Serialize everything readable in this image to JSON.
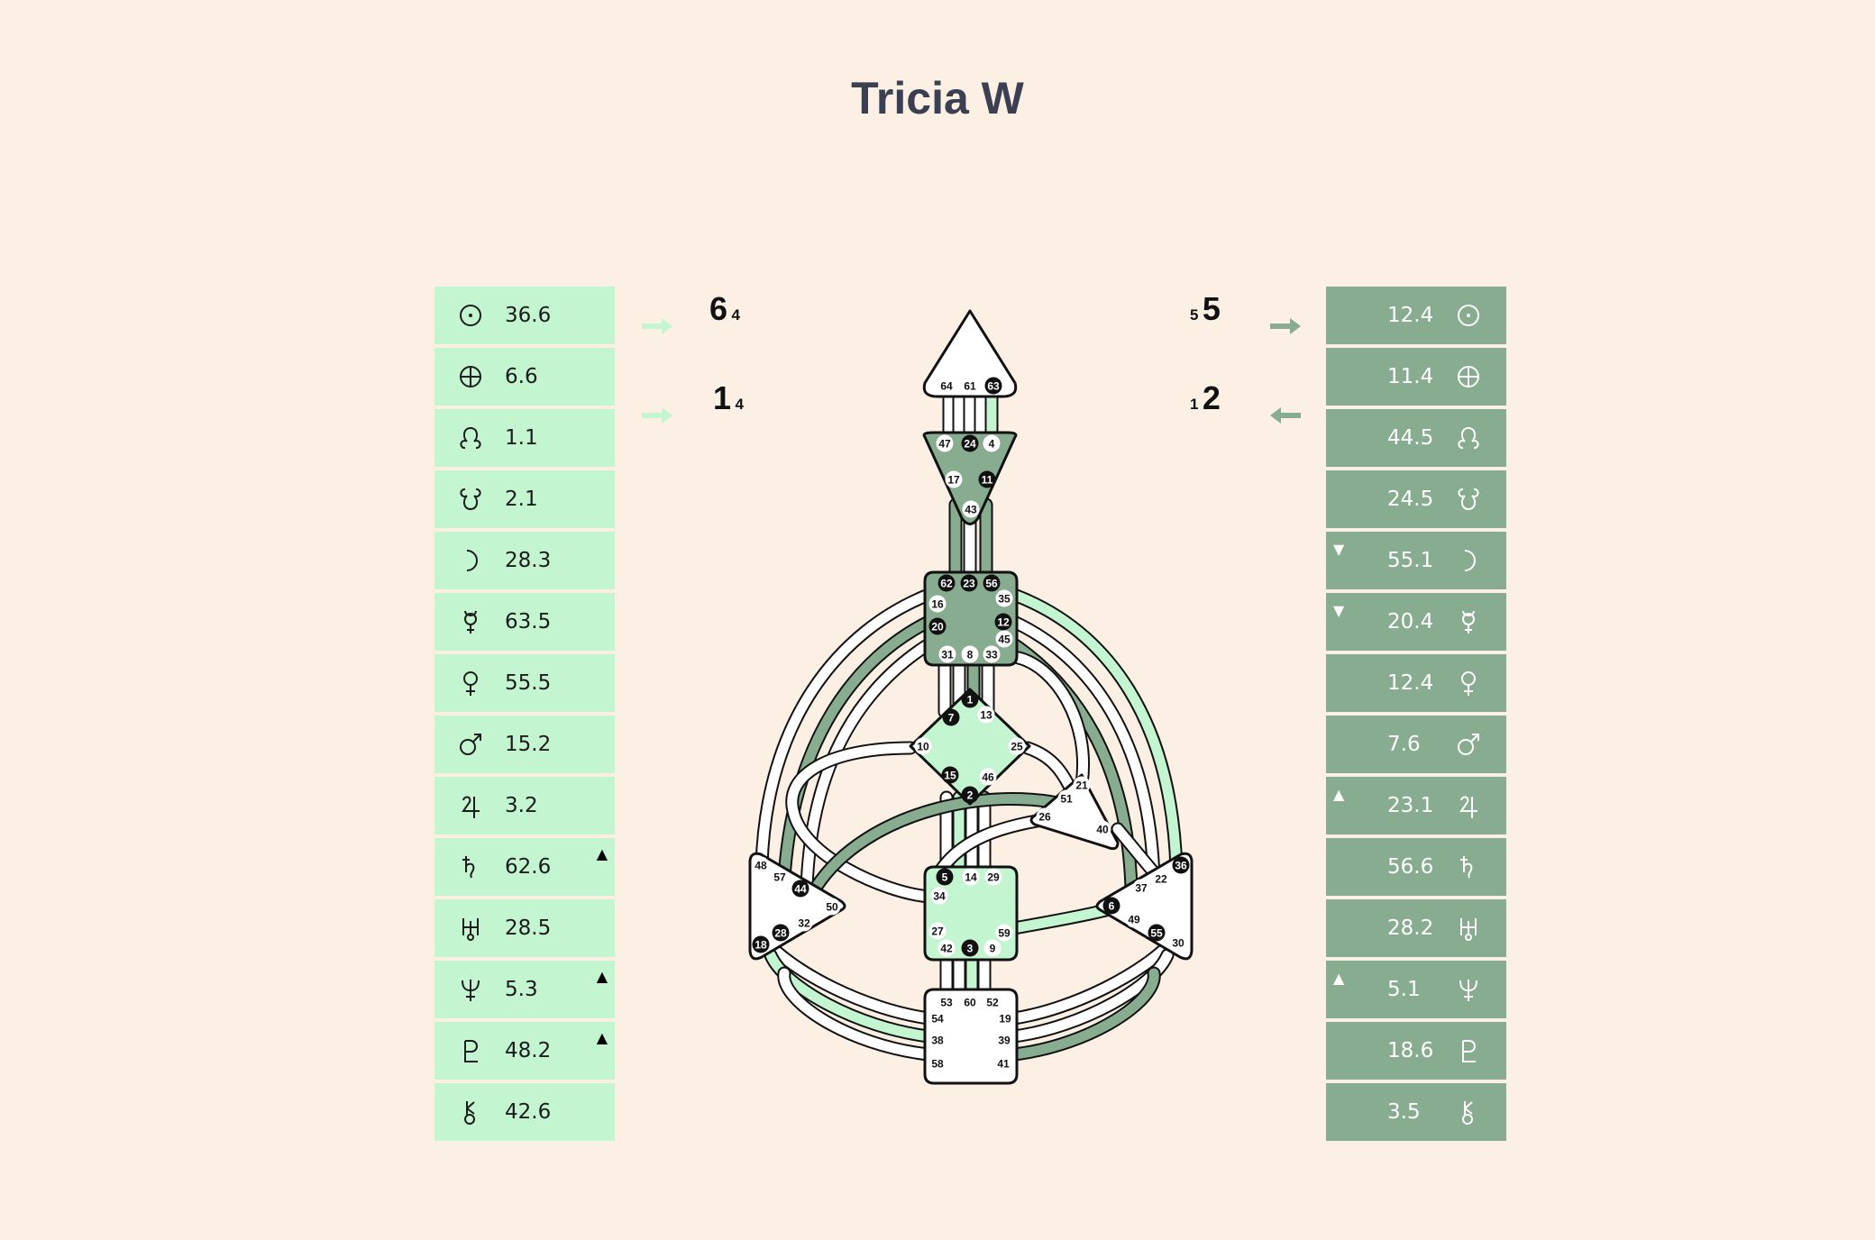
{
  "title": "Tricia W",
  "colors": {
    "background": "#fcefe3",
    "design_panel": "#c3f5d1",
    "personality_panel": "#88ac90",
    "defined_center": "#88ac90",
    "defined_center_light": "#c3f5d1",
    "undefined_center": "#ffffff",
    "title": "#3b3f52"
  },
  "design": {
    "rows": [
      {
        "icon": "sun-icon",
        "value": "36.6",
        "mark": ""
      },
      {
        "icon": "earth-icon",
        "value": "6.6",
        "mark": ""
      },
      {
        "icon": "north-node-icon",
        "value": "1.1",
        "mark": ""
      },
      {
        "icon": "south-node-icon",
        "value": "2.1",
        "mark": ""
      },
      {
        "icon": "moon-icon",
        "value": "28.3",
        "mark": ""
      },
      {
        "icon": "mercury-icon",
        "value": "63.5",
        "mark": ""
      },
      {
        "icon": "venus-icon",
        "value": "55.5",
        "mark": ""
      },
      {
        "icon": "mars-icon",
        "value": "15.2",
        "mark": ""
      },
      {
        "icon": "jupiter-icon",
        "value": "3.2",
        "mark": ""
      },
      {
        "icon": "saturn-icon",
        "value": "62.6",
        "mark": "▲"
      },
      {
        "icon": "uranus-icon",
        "value": "28.5",
        "mark": ""
      },
      {
        "icon": "neptune-icon",
        "value": "5.3",
        "mark": "▲"
      },
      {
        "icon": "pluto-icon",
        "value": "48.2",
        "mark": "▲"
      },
      {
        "icon": "chiron-icon",
        "value": "42.6",
        "mark": ""
      }
    ],
    "variables": [
      {
        "number": "6",
        "sub": "4",
        "arrow": "right-arrow-icon"
      },
      {
        "number": "1",
        "sub": "4",
        "arrow": "right-arrow-icon"
      }
    ]
  },
  "personality": {
    "rows": [
      {
        "icon": "sun-icon",
        "value": "12.4",
        "mark": ""
      },
      {
        "icon": "earth-icon",
        "value": "11.4",
        "mark": ""
      },
      {
        "icon": "north-node-icon",
        "value": "44.5",
        "mark": ""
      },
      {
        "icon": "south-node-icon",
        "value": "24.5",
        "mark": ""
      },
      {
        "icon": "moon-icon",
        "value": "55.1",
        "mark": "▼"
      },
      {
        "icon": "mercury-icon",
        "value": "20.4",
        "mark": "▼"
      },
      {
        "icon": "venus-icon",
        "value": "12.4",
        "mark": ""
      },
      {
        "icon": "mars-icon",
        "value": "7.6",
        "mark": ""
      },
      {
        "icon": "jupiter-icon",
        "value": "23.1",
        "mark": "▲"
      },
      {
        "icon": "saturn-icon",
        "value": "56.6",
        "mark": ""
      },
      {
        "icon": "uranus-icon",
        "value": "28.2",
        "mark": ""
      },
      {
        "icon": "neptune-icon",
        "value": "5.1",
        "mark": "▲"
      },
      {
        "icon": "pluto-icon",
        "value": "18.6",
        "mark": ""
      },
      {
        "icon": "chiron-icon",
        "value": "3.5",
        "mark": ""
      }
    ],
    "variables": [
      {
        "number": "5",
        "sub": "5",
        "arrow": "right-arrow-icon"
      },
      {
        "number": "2",
        "sub": "1",
        "arrow": "left-arrow-icon"
      }
    ]
  },
  "centers": {
    "head": {
      "defined": false,
      "gates": [
        "64",
        "61",
        "63"
      ]
    },
    "ajna": {
      "defined": true,
      "gates": [
        "47",
        "24",
        "4",
        "17",
        "11",
        "43"
      ]
    },
    "throat": {
      "defined": true,
      "gates": [
        "62",
        "23",
        "56",
        "16",
        "35",
        "20",
        "12",
        "45",
        "31",
        "8",
        "33"
      ]
    },
    "g": {
      "defined": true,
      "gates": [
        "1",
        "7",
        "13",
        "10",
        "25",
        "15",
        "46",
        "2"
      ]
    },
    "heart": {
      "defined": false,
      "gates": [
        "21",
        "51",
        "26",
        "40"
      ]
    },
    "sacral": {
      "defined": true,
      "gates": [
        "5",
        "14",
        "29",
        "34",
        "27",
        "59",
        "42",
        "3",
        "9"
      ]
    },
    "root": {
      "defined": false,
      "gates": [
        "53",
        "60",
        "52",
        "54",
        "19",
        "38",
        "39",
        "58",
        "41"
      ]
    },
    "spleen": {
      "defined": false,
      "gates": [
        "48",
        "57",
        "44",
        "50",
        "32",
        "28",
        "18"
      ]
    },
    "solar_plexus": {
      "defined": false,
      "gates": [
        "36",
        "22",
        "37",
        "6",
        "49",
        "55",
        "30"
      ]
    }
  },
  "activated_gates": [
    "63",
    "24",
    "11",
    "20",
    "12",
    "1",
    "7",
    "15",
    "2",
    "5",
    "3",
    "44",
    "28",
    "18",
    "36",
    "6",
    "55",
    "62",
    "23",
    "56"
  ]
}
